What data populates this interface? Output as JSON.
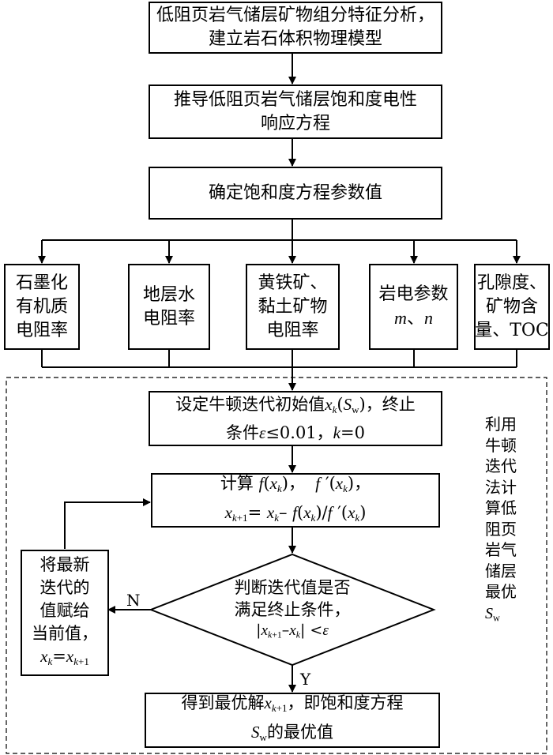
{
  "steps": {
    "step1": [
      "低阻页岩气储层矿物组分特征分析，",
      "建立岩石体积物理模型"
    ],
    "step2": [
      "推导低阻页岩气储层饱和度电性",
      "响应方程"
    ],
    "step3": "确定饱和度方程参数值"
  },
  "params": [
    {
      "lines": [
        "石墨化",
        "有机质",
        "电阻率"
      ]
    },
    {
      "lines": [
        "地层水",
        "电阻率"
      ]
    },
    {
      "lines": [
        "黄铁矿、",
        "黏土矿物",
        "电阻率"
      ]
    },
    {
      "lines": [
        "岩电参数",
        "m、n"
      ]
    },
    {
      "lines": [
        "孔隙度、",
        "矿物含",
        "量、TOC"
      ]
    }
  ],
  "newton": {
    "init": {
      "line1_prefix": "设定牛顿迭代初始值",
      "var": "x",
      "sub": "k",
      "paren": "(S",
      "paren_sub": "w",
      "paren_end": ")，终止",
      "line2_prefix": "条件",
      "eps": "ε",
      "line2_mid": "≤0.01，",
      "k": "k",
      "line2_end": "=0"
    },
    "compute": {
      "line1": "计算 f(xk)，  f′(xk)，",
      "line2": "xk+1= xk– f(xk)/f′(xk)"
    },
    "decision": {
      "line1": "判断迭代值是否",
      "line2": "满足终止条件，",
      "line3": "|xk+1–xk| <ε"
    },
    "update": {
      "lines": [
        "将最新",
        "迭代的",
        "值赋给",
        "当前值，"
      ],
      "formula": "xk=xk+1"
    },
    "result": {
      "line1_prefix": "得到最优解",
      "line1_suffix": "，即饱和度方程",
      "line2_suffix": "的最优值"
    },
    "no_label": "N",
    "yes_label": "Y",
    "side": [
      "利用",
      "牛顿",
      "迭代",
      "法计",
      "算低",
      "阻页",
      "岩气",
      "储层",
      "最优"
    ],
    "side_last": "S",
    "side_last_sub": "w"
  }
}
